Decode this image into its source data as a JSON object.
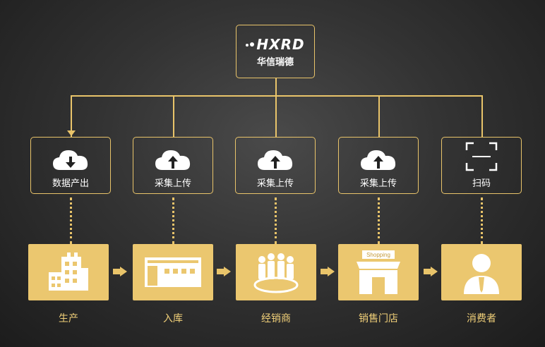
{
  "logo": {
    "mark": "HXRD",
    "name": "华信瑞德"
  },
  "steps": [
    {
      "label": "数据产出",
      "icon": "cloud-download-icon"
    },
    {
      "label": "采集上传",
      "icon": "cloud-upload-icon"
    },
    {
      "label": "采集上传",
      "icon": "cloud-upload-icon"
    },
    {
      "label": "采集上传",
      "icon": "cloud-upload-icon"
    },
    {
      "label": "扫码",
      "icon": "scan-icon"
    }
  ],
  "stages": [
    {
      "label": "生产",
      "icon": "factory-icon"
    },
    {
      "label": "入库",
      "icon": "warehouse-icon"
    },
    {
      "label": "经销商",
      "icon": "distributor-group-icon"
    },
    {
      "label": "销售门店",
      "icon": "store-icon",
      "sign": "Shopping"
    },
    {
      "label": "消费者",
      "icon": "consumer-icon"
    }
  ],
  "colors": {
    "accent": "#e9c46a",
    "stage_fill": "#ebc76f",
    "stage_text": "#f1d079"
  }
}
